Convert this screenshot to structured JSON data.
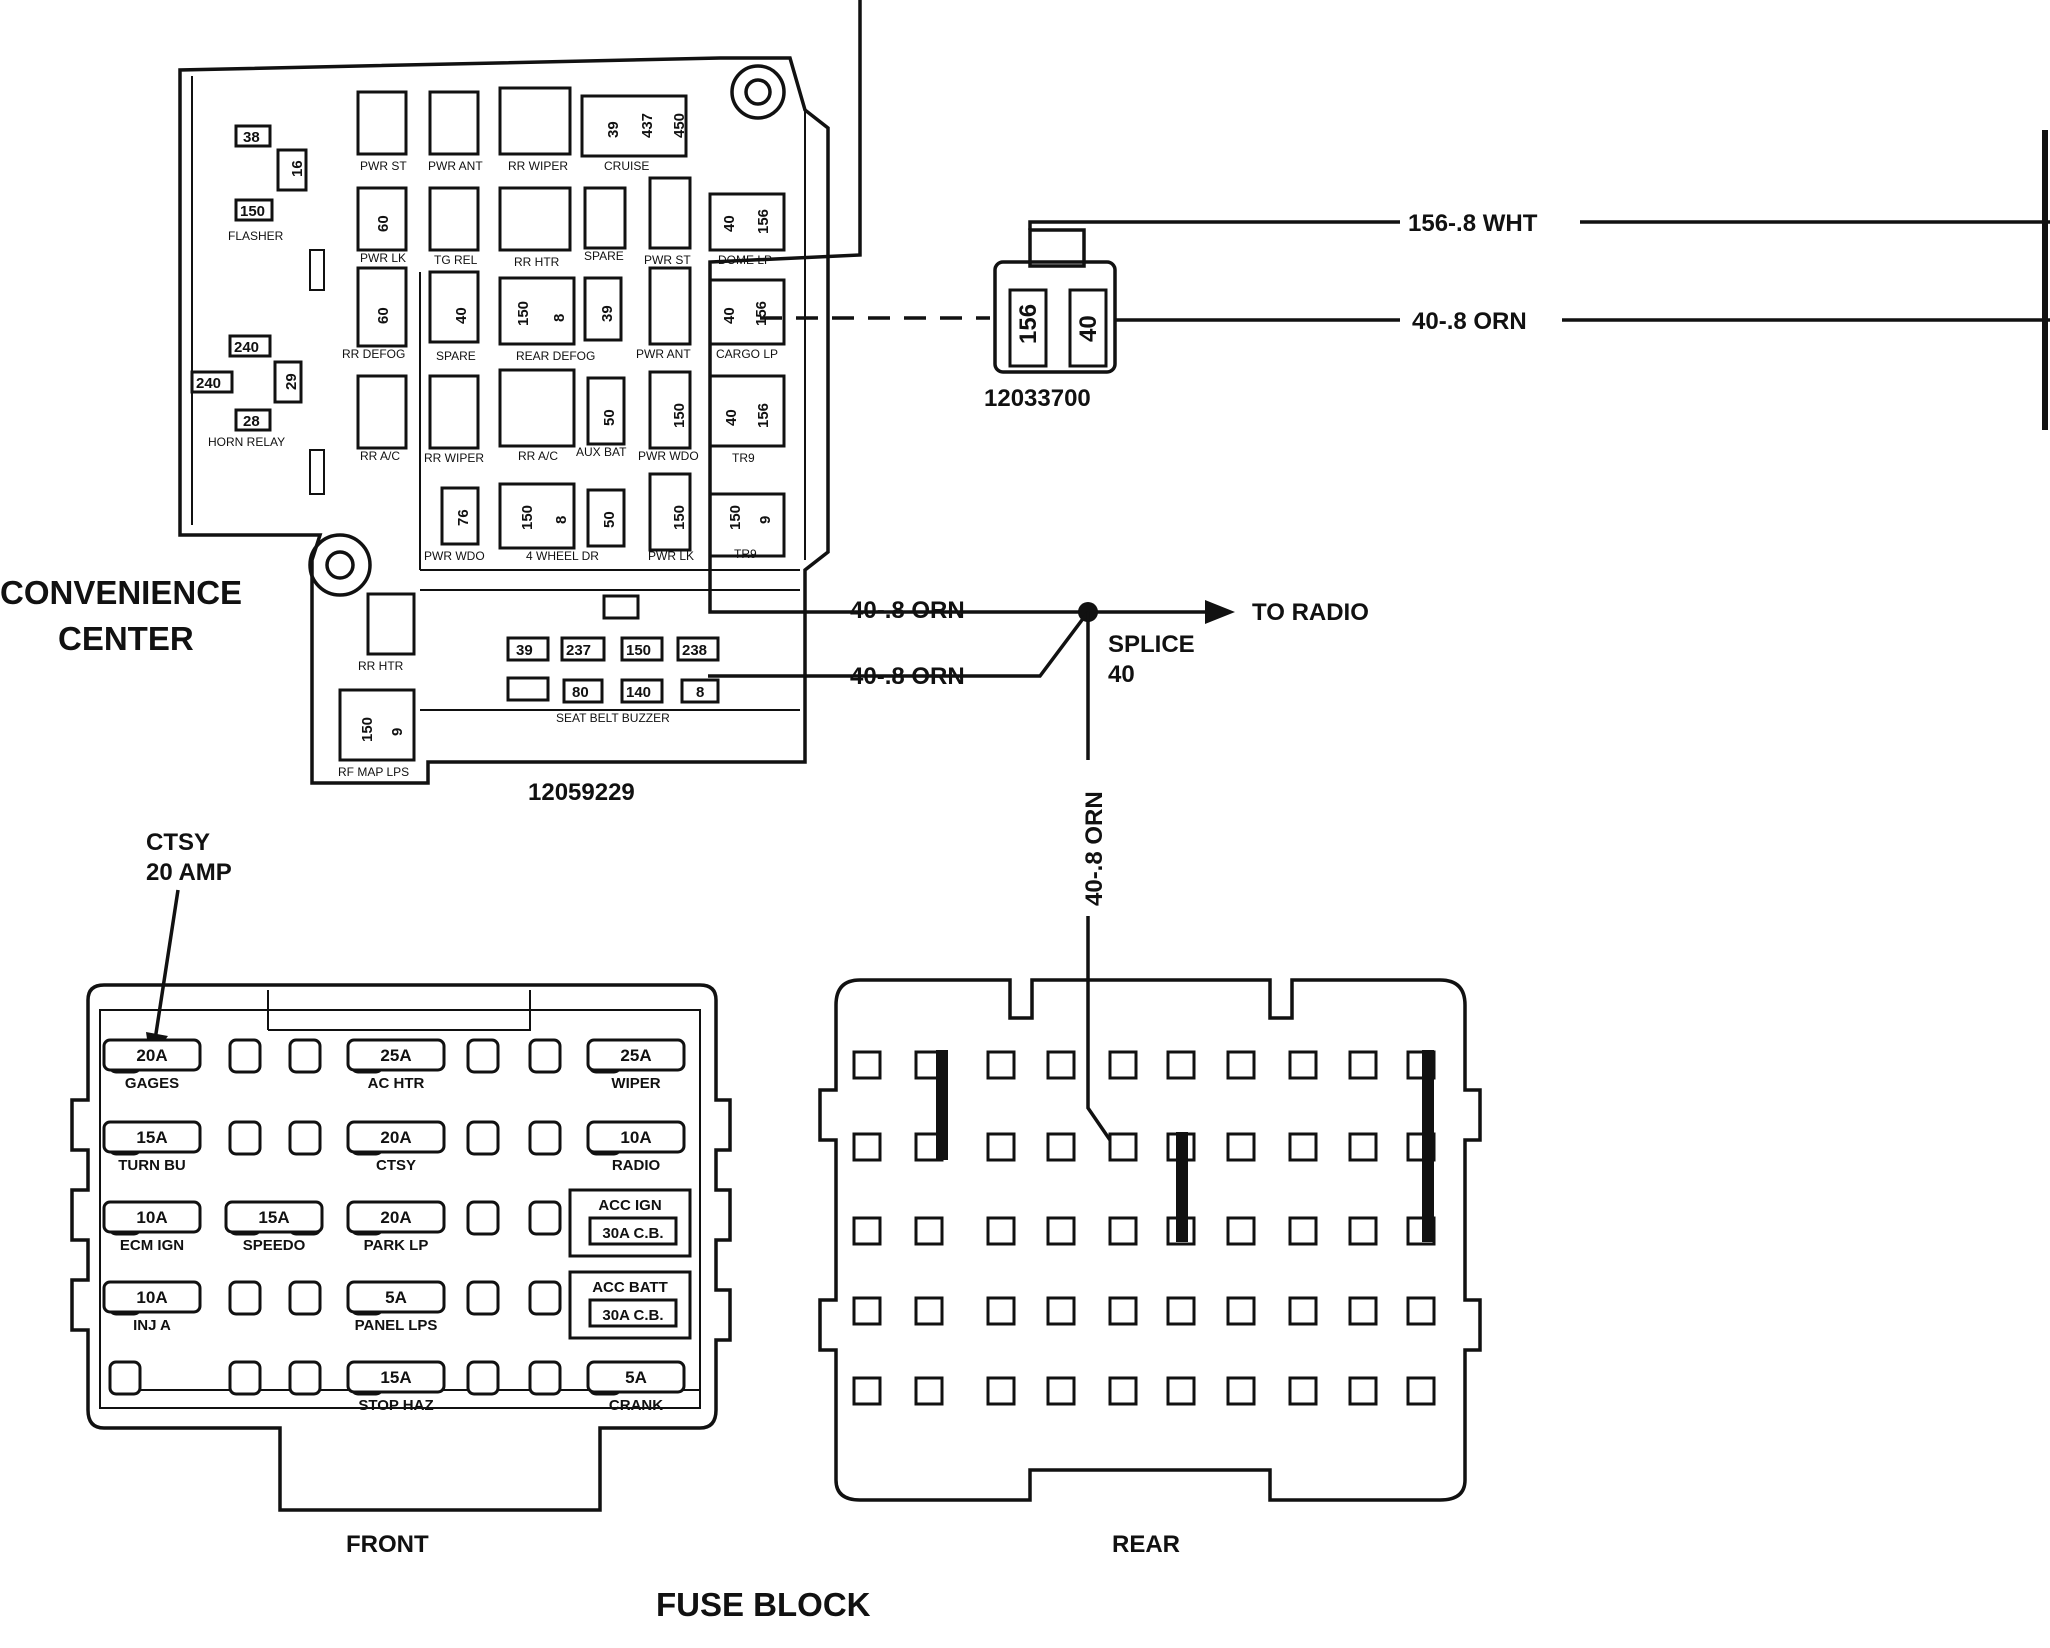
{
  "convenience_center": {
    "title_line1": "CONVENIENCE",
    "title_line2": "CENTER",
    "part_number": "12059229",
    "left_relays": [
      "38",
      "16",
      "150",
      "240",
      "240",
      "29",
      "28"
    ],
    "left_labels": [
      "FLASHER",
      "HORN RELAY"
    ],
    "row1": [
      "PWR ST",
      "PWR ANT",
      "RR WIPER",
      "CRUISE"
    ],
    "cruise_wires": [
      "39",
      "437",
      "450"
    ],
    "row2": [
      "PWR LK",
      "TG REL",
      "RR HTR",
      "SPARE",
      "PWR ST",
      "DOME LP"
    ],
    "row2_wires": [
      "60",
      "40",
      "156"
    ],
    "row3": [
      "RR DEFOG",
      "SPARE",
      "REAR DEFOG",
      "PWR ANT",
      "CARGO LP"
    ],
    "row3_wires": [
      "60",
      "40",
      "150",
      "8",
      "39",
      "40",
      "156"
    ],
    "row4": [
      "RR A/C",
      "RR WIPER",
      "RR A/C",
      "AUX BAT",
      "PWR WDO",
      "TR9"
    ],
    "row4_wires": [
      "50",
      "150",
      "40",
      "156"
    ],
    "row5": [
      "PWR WDO",
      "4 WHEEL DR",
      "PWR LK",
      "TR9"
    ],
    "row5_wires": [
      "76",
      "150",
      "8",
      "50",
      "150",
      "150",
      "9"
    ],
    "lower_left": [
      "RR HTR",
      "RF MAP LPS"
    ],
    "lower_left_wires": [
      "150",
      "9"
    ],
    "bottom_row1": [
      "39",
      "237",
      "150",
      "238"
    ],
    "bottom_row2": [
      "80",
      "140",
      "8"
    ],
    "bottom_label": "SEAT BELT BUZZER"
  },
  "connector": {
    "part_number": "12033700",
    "pins": [
      "156",
      "40"
    ],
    "wire_top": "156-.8 WHT",
    "wire_bottom": "40-.8 ORN"
  },
  "splice": {
    "wire_in_top": "40-.8 ORN",
    "wire_in_bottom": "40-.8 ORN",
    "to_radio": "TO RADIO",
    "label_line1": "SPLICE",
    "label_line2": "40",
    "wire_down": "40-.8 ORN"
  },
  "fuse_block": {
    "callout_line1": "CTSY",
    "callout_line2": "20 AMP",
    "front_label": "FRONT",
    "rear_label": "REAR",
    "title": "FUSE BLOCK",
    "fuses": [
      {
        "value": "20A",
        "label": "GAGES"
      },
      {
        "value": "25A",
        "label": "AC HTR"
      },
      {
        "value": "25A",
        "label": "WIPER"
      },
      {
        "value": "15A",
        "label": "TURN BU"
      },
      {
        "value": "20A",
        "label": "CTSY"
      },
      {
        "value": "10A",
        "label": "RADIO"
      },
      {
        "value": "10A",
        "label": "ECM IGN"
      },
      {
        "value": "15A",
        "label": "SPEEDO"
      },
      {
        "value": "20A",
        "label": "PARK LP"
      },
      {
        "value": "10A",
        "label": "INJ A"
      },
      {
        "value": "5A",
        "label": "PANEL LPS"
      },
      {
        "value": "15A",
        "label": "STOP HAZ"
      },
      {
        "value": "5A",
        "label": "CRANK"
      }
    ],
    "breakers": [
      {
        "label": "ACC IGN",
        "value": "30A C.B."
      },
      {
        "label": "ACC BATT",
        "value": "30A C.B."
      }
    ]
  }
}
